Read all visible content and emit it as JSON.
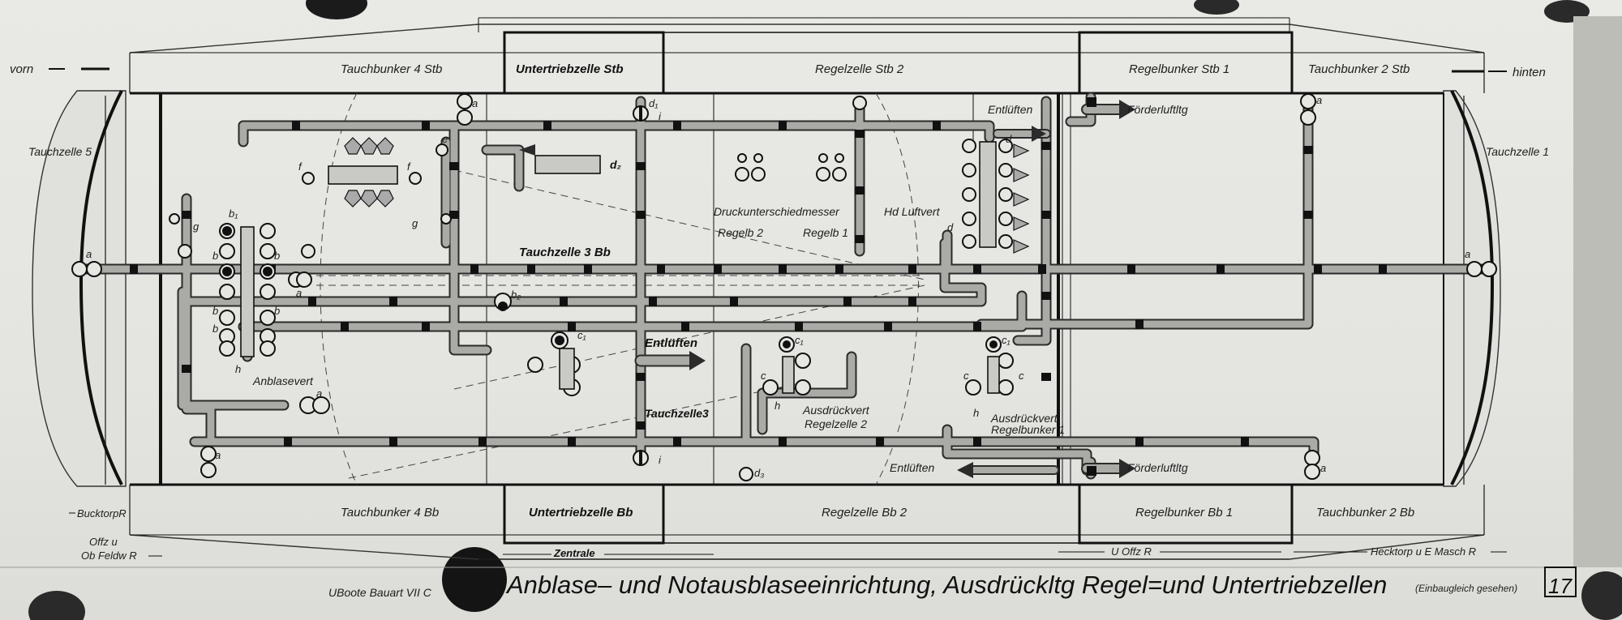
{
  "orientation": {
    "front": "vorn",
    "rear": "hinten"
  },
  "bunkers_top": {
    "tauchbunker4": "Tauchbunker  4  Stb",
    "untertrieb": "Untertriebzelle  Stb",
    "regelzelle2": "Regelzelle  Stb 2",
    "regelbunker1": "Regelbunker  Stb 1",
    "tauchbunker2": "Tauchbunker  2 Stb"
  },
  "bunkers_bottom": {
    "tauchbunker4": "Tauchbunker  4  Bb",
    "untertrieb": "Untertriebzelle  Bb",
    "regelzelle2": "Regelzelle  Bb 2",
    "regelbunker1": "Regelbunker  Bb 1",
    "tauchbunker2": "Tauchbunker  2 Bb"
  },
  "cells": {
    "tauchzelle5": "Tauchzelle 5",
    "tauchzelle1": "Tauchzelle 1",
    "tauchzelle3bb": "Tauchzelle 3  Bb",
    "tauchzelle3": "Tauchzelle3"
  },
  "labels": {
    "entlueften_top": "Entlüften",
    "entlueften_mid": "Entlüften",
    "entlueften_bottom": "Entlüften",
    "foerder_top": "Förderluftltg",
    "foerder_bottom": "Förderluftltg",
    "druck": "Druckunterschiedmesser",
    "regelb2": "Regelb 2",
    "regelb1": "Regelb 1",
    "hd": "Hd Luftvert",
    "anblasevert": "Anblasevert",
    "ausdrueck2_line1": "Ausdrückvert",
    "ausdrueck2_line2": "Regelzelle 2",
    "ausdrueck1_line1": "Ausdrückvert",
    "ausdrueck1_line2": "Regelbunker 1"
  },
  "valve_letters": {
    "a": "a",
    "b": "b",
    "b1": "b₁",
    "b2": "b₂",
    "c": "c",
    "c1": "c₁",
    "d": "d",
    "d1": "d₁",
    "d2": "d₂",
    "d3": "d₃",
    "e": "e",
    "f": "f",
    "g": "g",
    "h": "h",
    "i": "i"
  },
  "bottom_notes": {
    "bucktorp": "BucktorpR",
    "offz_line1": "Offz u",
    "offz_line2": "Ob Feldw R",
    "zentrale": "Zentrale",
    "u_offz": "U Offz R",
    "hecktorp": "Hecktorp u E Masch R"
  },
  "footer": {
    "boat_type": "UBoote Bauart  VII  C",
    "title": "Anblase– und Notausblaseeinrichtung, Ausdrückltg Regel=und Untertriebzellen",
    "note": "(Einbaugleich gesehen)",
    "page_number": "17"
  },
  "colors": {
    "paper": "#e6e6e2",
    "ink": "#111111",
    "pipe": "#a9a9a5",
    "pipe_edge": "#2b2b2b",
    "pin": "#1b1b1b"
  }
}
